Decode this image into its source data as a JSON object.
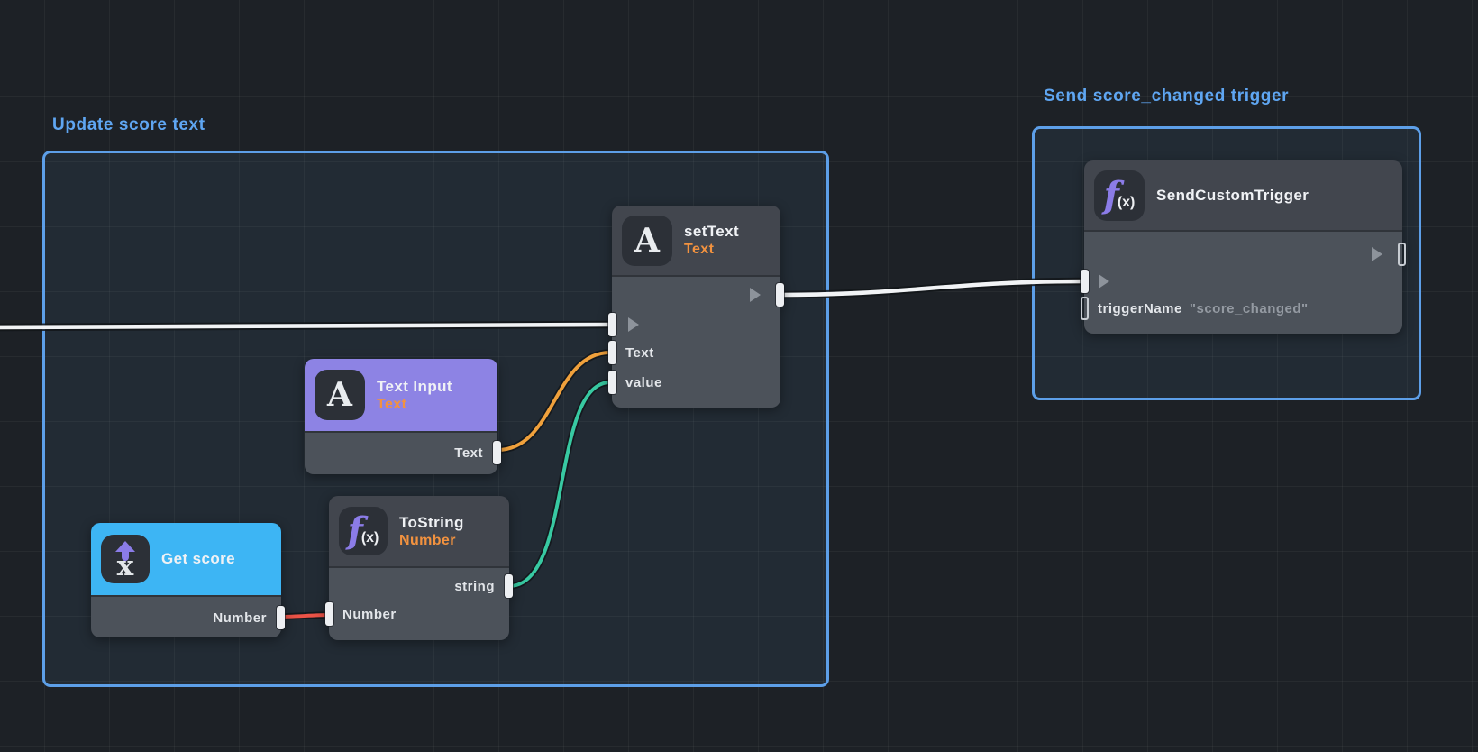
{
  "editor": {
    "background_color": "#1d2126",
    "frame_border_color": "#5d9fe8",
    "frame_label_color": "#5fa6f2",
    "node_header_color": "#42464e",
    "node_body_color": "#4c525a",
    "subtitle_accent_color": "#f2923f"
  },
  "frames": {
    "update_score": {
      "label": "Update score text"
    },
    "send_trigger": {
      "label": "Send score_changed trigger"
    }
  },
  "icons": {
    "letter_a": "A",
    "fx_f": "f",
    "fx_sub": "(x)",
    "getter_x": "x"
  },
  "nodes": {
    "get_score": {
      "title": "Get score",
      "header_color": "#3db5f4",
      "outputs": {
        "number": "Number"
      }
    },
    "to_string": {
      "title": "ToString",
      "subtitle": "Number",
      "outputs": {
        "string": "string"
      },
      "inputs": {
        "number": "Number"
      }
    },
    "text_input": {
      "title": "Text Input",
      "subtitle": "Text",
      "header_color": "#8d83e4",
      "outputs": {
        "text": "Text"
      }
    },
    "set_text": {
      "title": "setText",
      "subtitle": "Text",
      "inputs": {
        "text": "Text",
        "value": "value"
      }
    },
    "send_custom_trigger": {
      "title": "SendCustomTrigger",
      "inputs": {
        "trigger_name": "triggerName"
      },
      "values": {
        "trigger_name": "\"score_changed\""
      }
    }
  },
  "wires": {
    "exec_color": "#f1f3f5",
    "text_wire_color": "#f0a13c",
    "value_wire_color": "#38c9a2",
    "number_wire_color": "#ec5347"
  }
}
